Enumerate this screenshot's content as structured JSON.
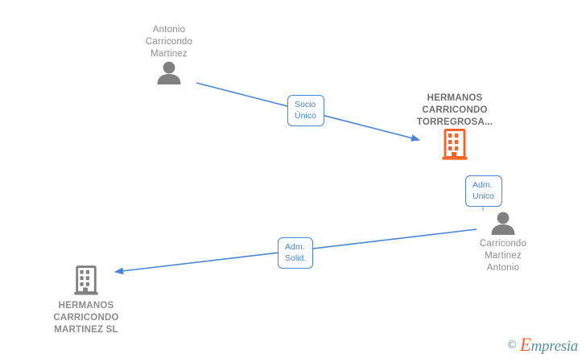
{
  "diagram": {
    "title_context": "Corporate relationship graph",
    "background_color": "#ffffff",
    "accent_color": "#f4652b",
    "edge_color": "#4a86d6",
    "node_gray": "#808080",
    "label_gray": "#8c8c8c"
  },
  "nodes": [
    {
      "id": "person-antonio-carricondo-martinez",
      "type": "person",
      "icon": "person-icon",
      "label": "Antonio\nCarricondo\nMartinez",
      "label_position": "above",
      "color": "#808080"
    },
    {
      "id": "company-hermanos-carricondo-torregrosa",
      "type": "company",
      "icon": "building-icon",
      "label": "HERMANOS\nCARRICONDO\nTORREGROSA...",
      "label_position": "above",
      "color": "#f4652b",
      "is_focus": true
    },
    {
      "id": "person-carricondo-martinez-antonio",
      "type": "person",
      "icon": "person-icon",
      "label": "Carricondo\nMartinez\nAntonio",
      "label_position": "below",
      "color": "#808080"
    },
    {
      "id": "company-hermanos-carricondo-martinez-sl",
      "type": "company",
      "icon": "building-icon",
      "label": "HERMANOS\nCARRICONDO\nMARTINEZ  SL",
      "label_position": "below",
      "color": "#808080"
    }
  ],
  "edges": [
    {
      "id": "edge-socio-unico",
      "from": "person-antonio-carricondo-martinez",
      "to": "company-hermanos-carricondo-torregrosa",
      "label": "Socio\nÚnico",
      "color": "#4a86d6"
    },
    {
      "id": "edge-adm-unico",
      "from": "person-carricondo-martinez-antonio",
      "to": "company-hermanos-carricondo-torregrosa",
      "label": "Adm.\nUnico",
      "color": "#4a86d6"
    },
    {
      "id": "edge-adm-solid",
      "from": "person-carricondo-martinez-antonio",
      "to": "company-hermanos-carricondo-martinez-sl",
      "label": "Adm.\nSolid.",
      "color": "#4a86d6"
    }
  ],
  "watermark": {
    "copyright": "©",
    "brand_first_letter": "E",
    "brand_rest": "mpresia"
  }
}
